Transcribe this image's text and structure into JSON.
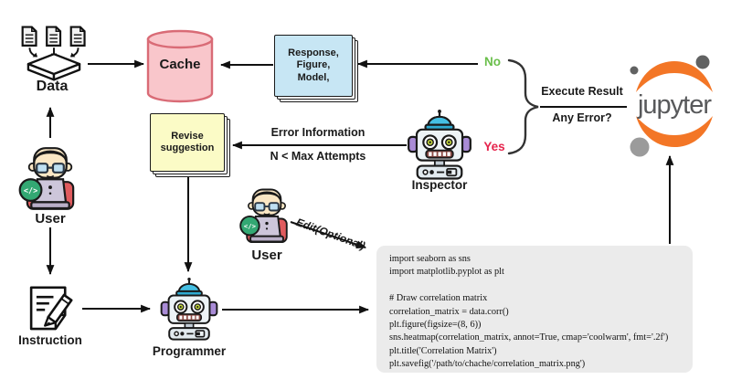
{
  "nodes": {
    "data": {
      "label": "Data"
    },
    "cache": {
      "label": "Cache"
    },
    "response": {
      "line1": "Response,",
      "line2": "Figure,",
      "line3": "Model,"
    },
    "revise": {
      "line1": "Revise",
      "line2": "suggestion"
    },
    "user_left": {
      "label": "User"
    },
    "user_middle": {
      "label": "User"
    },
    "instruction": {
      "label": "Instruction"
    },
    "programmer": {
      "label": "Programmer"
    },
    "inspector": {
      "label": "Inspector"
    },
    "jupyter": {
      "label": "jupyter"
    }
  },
  "edges": {
    "no": "No",
    "yes": "Yes",
    "error_information": "Error Information",
    "max_attempts": "N < Max Attempts",
    "execute_result": "Execute Result",
    "any_error": "Any Error?",
    "edit_optional": "Edit(Optional)"
  },
  "code_block": {
    "lines": [
      "import seaborn as sns",
      "import matplotlib.pyplot as plt",
      "",
      "# Draw correlation matrix",
      "correlation_matrix = data.corr()",
      "plt.figure(figsize=(8, 6))",
      "sns.heatmap(correlation_matrix, annot=True, cmap='coolwarm', fmt='.2f')",
      "plt.title('Correlation Matrix')",
      "plt.savefig('/path/to/chache/correlation_matrix.png')"
    ]
  },
  "icons": {
    "user_badge": "</>"
  },
  "colors": {
    "cache_fill": "#f9c6cb",
    "cache_stroke": "#d96b76",
    "response_fill": "#c7e6f4",
    "revise_fill": "#fbfbc6",
    "code_background": "#ebebeb",
    "no_green": "#6abf4b",
    "yes_red": "#e6254d",
    "jupyter_orange": "#f37626",
    "jupyter_text_gray": "#58595b"
  }
}
